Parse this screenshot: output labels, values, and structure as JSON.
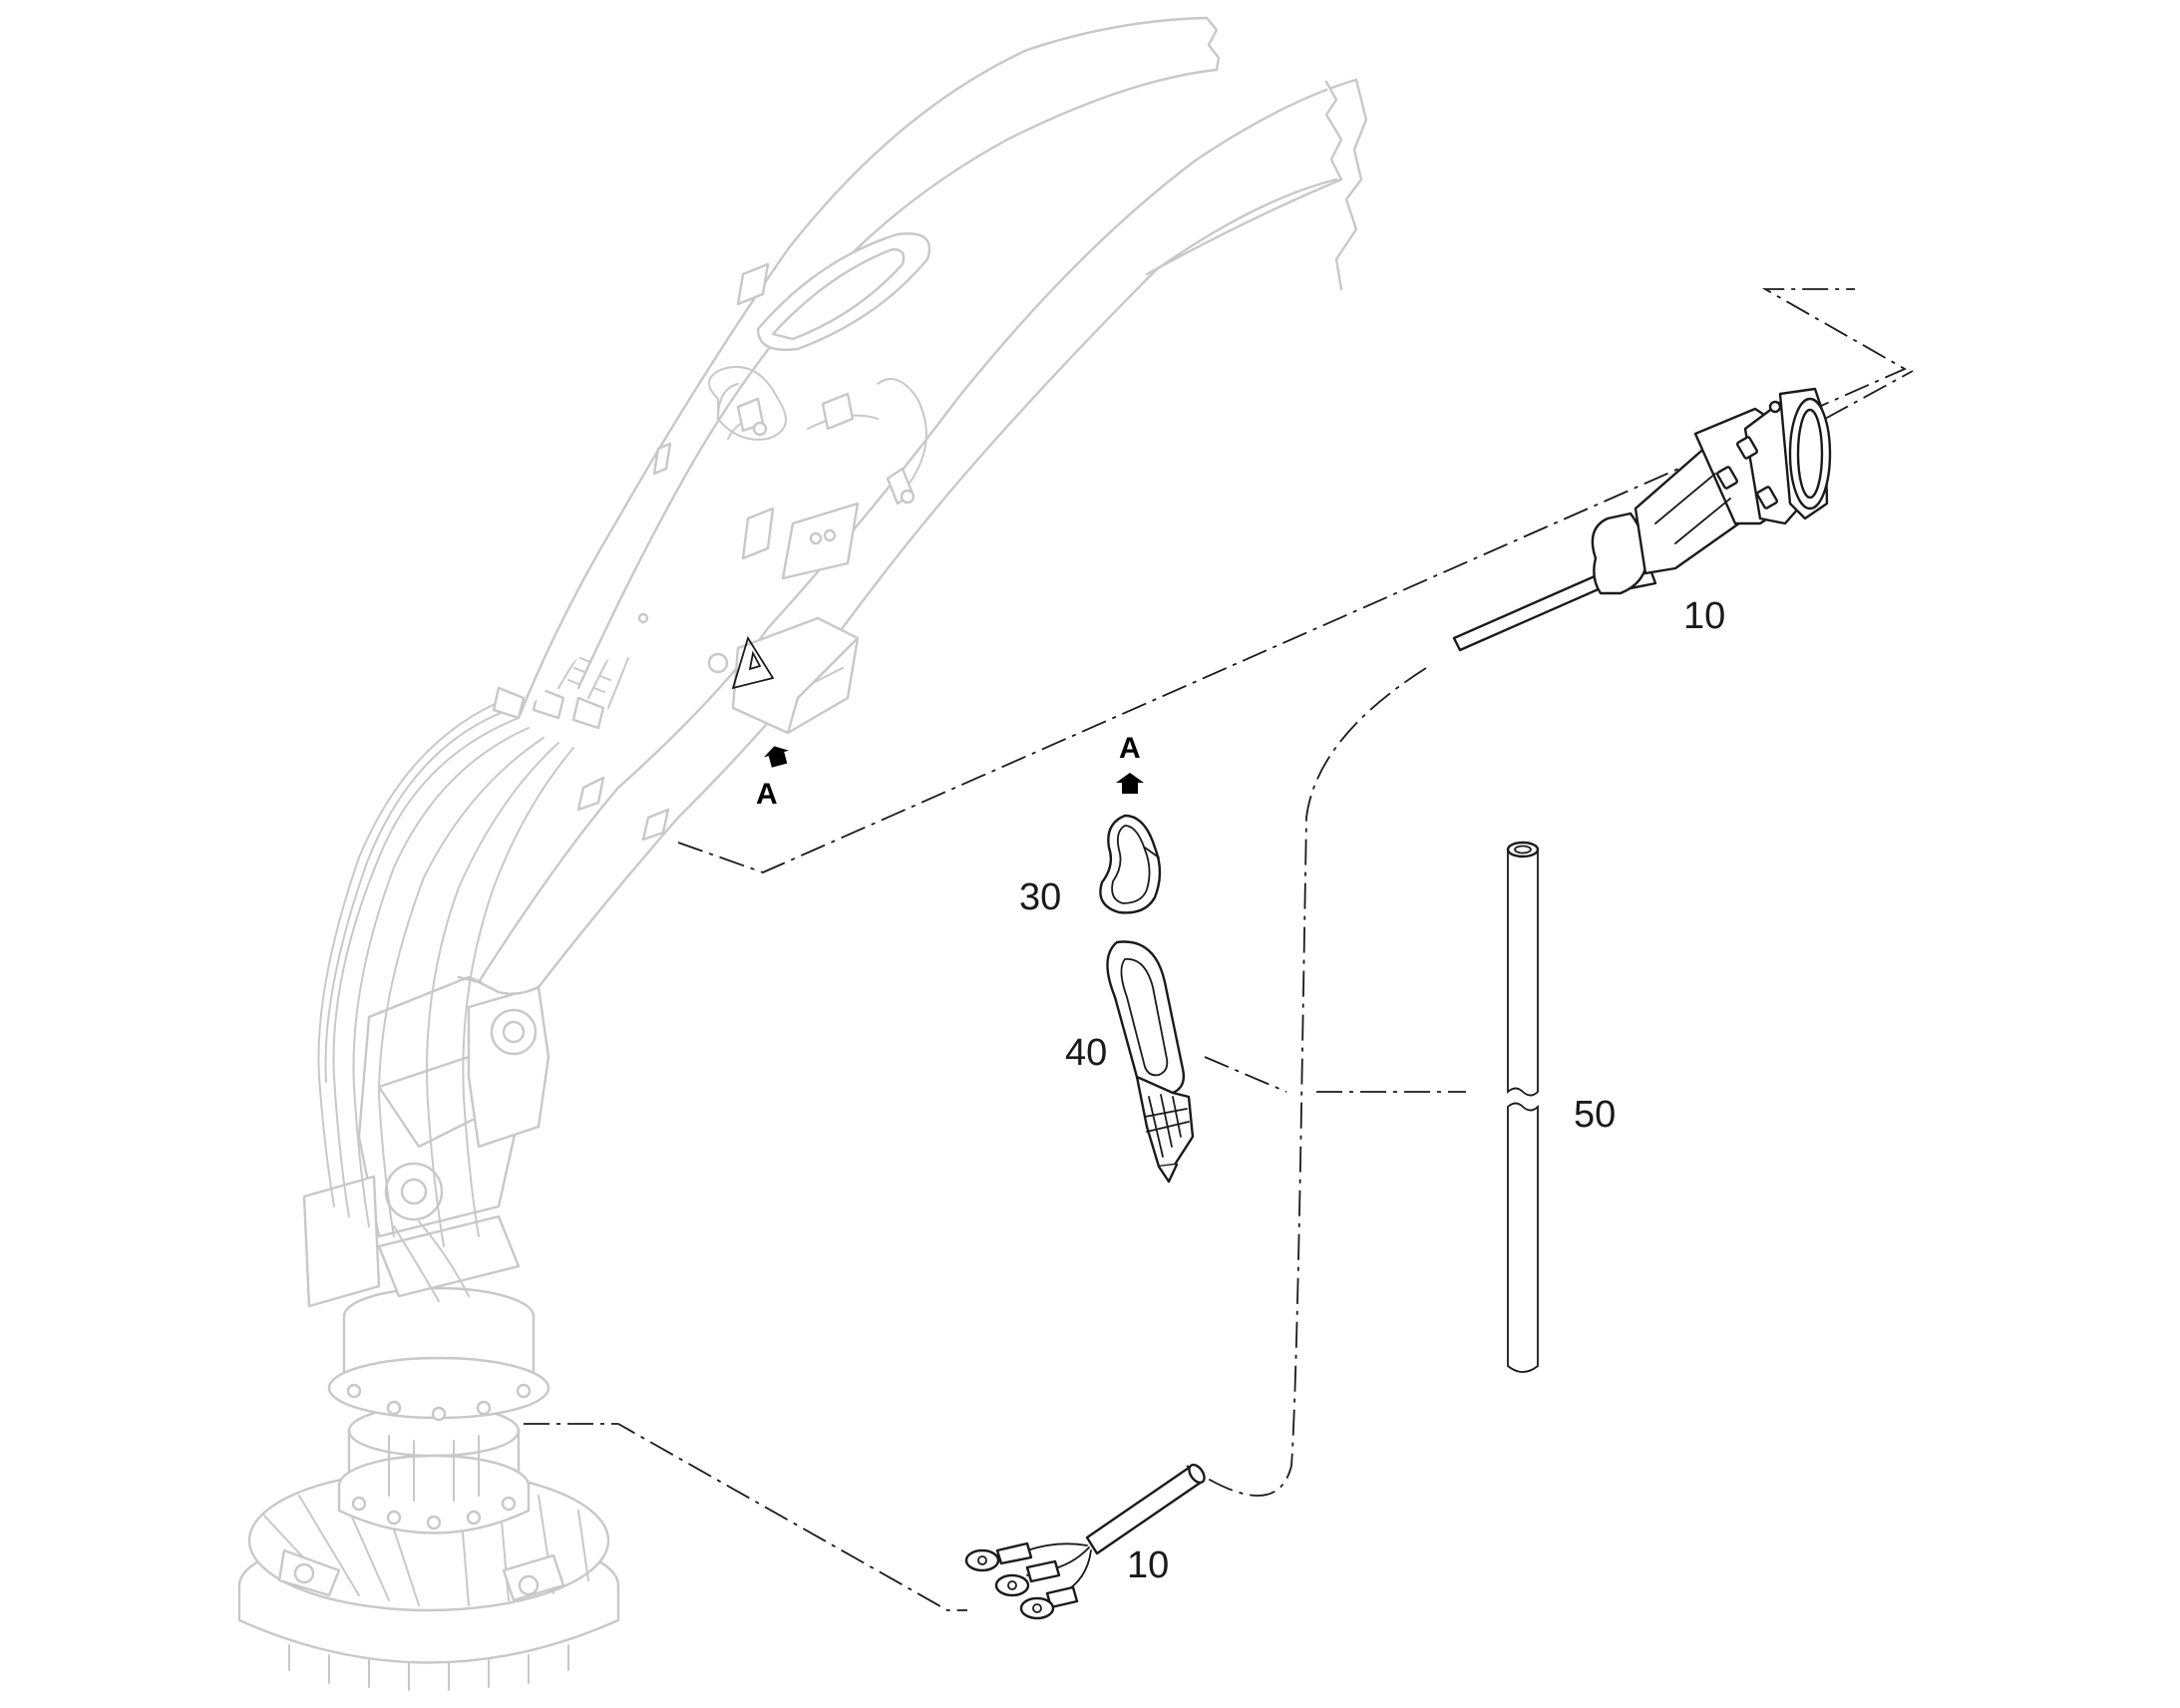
{
  "callouts": {
    "item_10_upper": "10",
    "item_10_lower": "10",
    "item_30": "30",
    "item_40": "40",
    "item_50": "50"
  },
  "view_markers": {
    "on_boom": "A",
    "on_detail": "A"
  },
  "colors": {
    "ink": "#1a1a1a",
    "ghost_outline": "#c8c8c8",
    "background": "#ffffff"
  },
  "icons": {
    "view_arrow": "up-arrow-icon",
    "warning_symbol": "warning-triangle-icon"
  }
}
